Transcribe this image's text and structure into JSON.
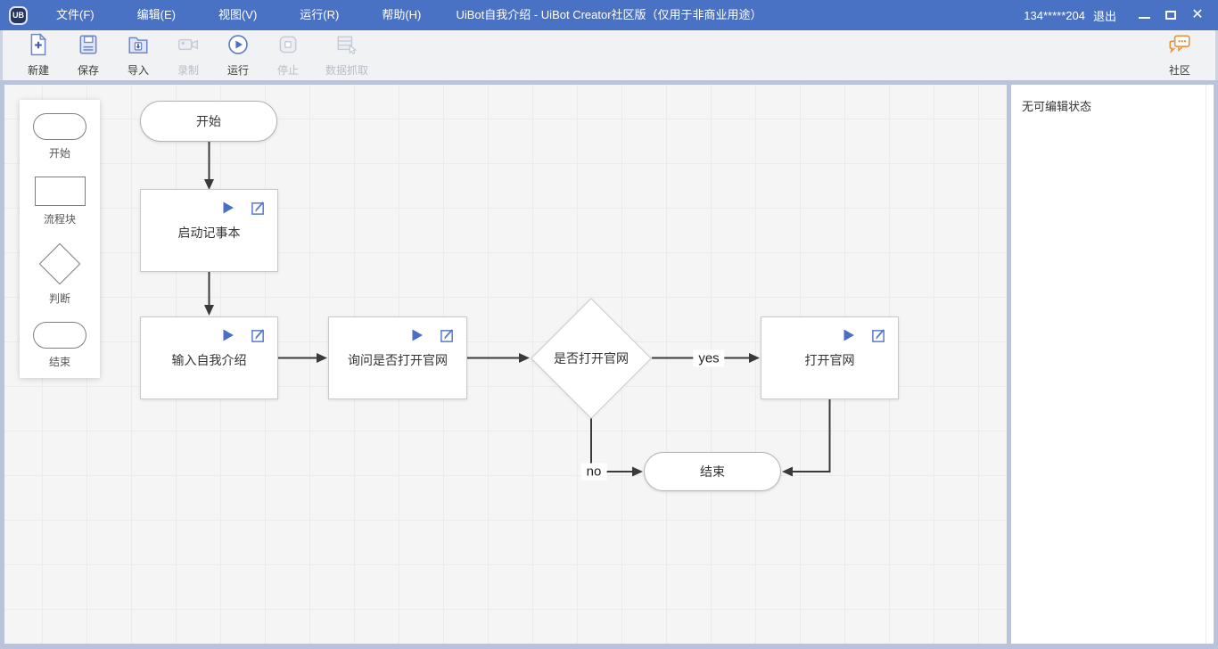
{
  "titlebar": {
    "logo": "UB",
    "menus": [
      "文件(F)",
      "编辑(E)",
      "视图(V)",
      "运行(R)",
      "帮助(H)"
    ],
    "title": "UiBot自我介绍 - UiBot Creator社区版（仅用于非商业用途）",
    "account": "134*****204",
    "logout": "退出"
  },
  "toolbar": {
    "items": [
      {
        "label": "新建",
        "icon": "new-file-icon",
        "enabled": true
      },
      {
        "label": "保存",
        "icon": "save-icon",
        "enabled": true
      },
      {
        "label": "导入",
        "icon": "import-icon",
        "enabled": true
      },
      {
        "label": "录制",
        "icon": "record-icon",
        "enabled": false
      },
      {
        "label": "运行",
        "icon": "run-icon",
        "enabled": true
      },
      {
        "label": "停止",
        "icon": "stop-icon",
        "enabled": false
      },
      {
        "label": "数据抓取",
        "icon": "data-scrape-icon",
        "enabled": false
      }
    ],
    "community": "社区"
  },
  "palette": {
    "items": [
      {
        "label": "开始",
        "shape": "pill"
      },
      {
        "label": "流程块",
        "shape": "rect"
      },
      {
        "label": "判断",
        "shape": "diamond"
      },
      {
        "label": "结束",
        "shape": "pill"
      }
    ]
  },
  "flowchart": {
    "nodes": [
      {
        "id": "start",
        "type": "terminal",
        "label": "开始"
      },
      {
        "id": "launch-notepad",
        "type": "process",
        "label": "启动记事本"
      },
      {
        "id": "type-self-intro",
        "type": "process",
        "label": "输入自我介绍"
      },
      {
        "id": "ask-open-site",
        "type": "process",
        "label": "询问是否打开官网"
      },
      {
        "id": "open-site-decision",
        "type": "decision",
        "label": "是否打开官网"
      },
      {
        "id": "open-site",
        "type": "process",
        "label": "打开官网"
      },
      {
        "id": "end",
        "type": "terminal",
        "label": "结束"
      }
    ],
    "edge_labels": {
      "yes": "yes",
      "no": "no"
    }
  },
  "right_panel": {
    "status": "无可编辑状态"
  },
  "colors": {
    "titlebar": "#4a72c4",
    "frame": "#b9c4da",
    "accent_blue": "#4a6fc4",
    "disabled_gray": "#c6cbd6",
    "community_orange": "#e8913f",
    "canvas_bg": "#f5f5f6",
    "arrow": "#3a3a3a"
  }
}
